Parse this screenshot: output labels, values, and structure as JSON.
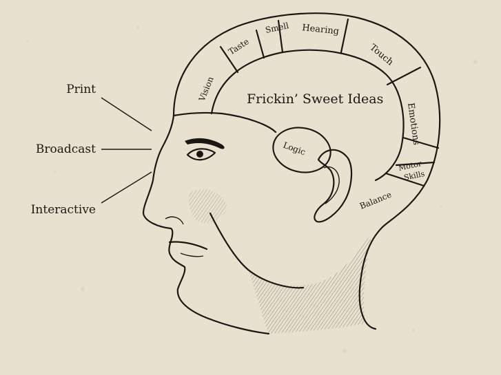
{
  "left_labels": {
    "print": "Print",
    "broadcast": "Broadcast",
    "interactive": "Interactive"
  },
  "regions": {
    "vision": "Vision",
    "taste": "Taste",
    "smell": "Smell",
    "hearing": "Hearing",
    "touch": "Touch",
    "emotions": "Emotions",
    "motor_line1": "Motor",
    "motor_line2": "Skills",
    "balance": "Balance",
    "logic": "Logic",
    "center": "Frickin’ Sweet Ideas"
  },
  "colors": {
    "paper": "#e9e1cf",
    "ink": "#1a1712"
  }
}
